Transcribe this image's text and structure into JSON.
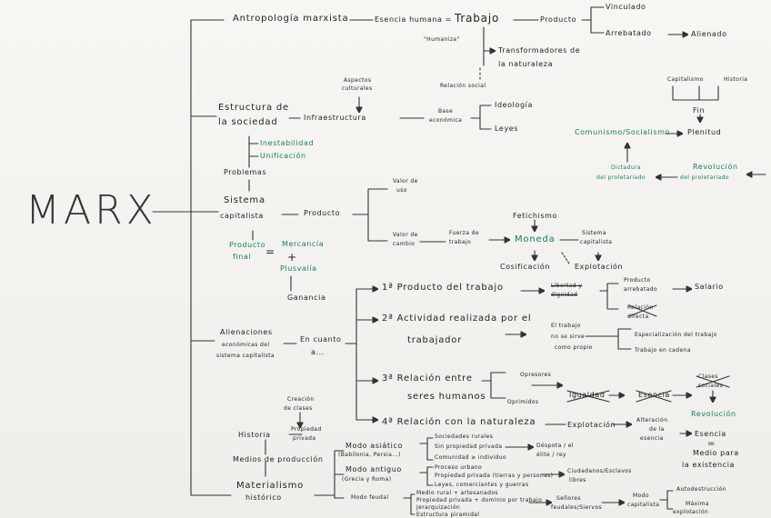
{
  "title": "MARX",
  "branches": {
    "antropologia": {
      "label": "Antropología marxista",
      "esencia": "Esencia humana =",
      "trabajo": "Trabajo",
      "humaniza": "\"Humaniza\"",
      "transformadores": [
        "Transformadores de",
        "la naturaleza"
      ],
      "relacion_social": "Relación social",
      "producto": "Producto",
      "vinculado": "Vinculado",
      "arrebatado": "Arrebatado",
      "alienado": "Alienado"
    },
    "estructura": {
      "label": [
        "Estructura de",
        "la sociedad"
      ],
      "aspectos": [
        "Aspectos",
        "culturales"
      ],
      "infra": "Infraestructura",
      "base": [
        "Base",
        "económica"
      ],
      "ideologia": "Ideología",
      "leyes": "Leyes"
    },
    "fin": {
      "capitalismo": "Capitalismo",
      "historia": "Historia",
      "fin": "Fin",
      "comunismo": "Comunismo/Socialismo",
      "plenitud": "Plenitud",
      "dictadura": [
        "Dictadura",
        "del proletariado"
      ],
      "revolucion": [
        "Revolución",
        "del proletariado"
      ]
    },
    "problemas": {
      "inestabilidad": "Inestabilidad",
      "unificacion": "Unificación",
      "label": "Problemas"
    },
    "sistema": {
      "label": [
        "Sistema",
        "capitalista"
      ],
      "producto": "Producto",
      "valor_uso": [
        "Valor de",
        "uso"
      ],
      "valor_cambio": [
        "Valor de",
        "cambio"
      ],
      "fuerza": [
        "Fuerza de",
        "trabajo"
      ],
      "moneda": "Moneda",
      "fetichismo": "Fetichismo",
      "cosificacion": "Cosificación",
      "sistema_cap": [
        "Sistema",
        "capitalista"
      ],
      "explotacion": "Explotación"
    },
    "producto_final": {
      "label": [
        "Producto",
        "final"
      ],
      "eq": "=",
      "mercancia": "Mercancía",
      "plus": "+",
      "plusvalia": "Plusvalía",
      "ganancia": "Ganancia"
    },
    "alienaciones": {
      "label": [
        "Alienaciones",
        "económicas del",
        "sistema capitalista"
      ],
      "en_cuanto": [
        "En cuanto",
        "a..."
      ],
      "a1": "1ª Producto del trabajo",
      "libertad": [
        "Libertad y",
        "dignidad"
      ],
      "prod_arrebatado": [
        "Producto",
        "arrebatado"
      ],
      "salario": "Salario",
      "relacion_directa": [
        "Relación",
        "directa"
      ],
      "a2": [
        "2ª Actividad realizada por el",
        "trabajador"
      ],
      "el_trabajo": [
        "El trabajo",
        "no se sirve",
        "como propio"
      ],
      "especializacion": "Especialización del trabajo",
      "cadena": "Trabajo en cadena",
      "a3": [
        "3ª Relación entre",
        "seres humanos"
      ],
      "opresores": "Opresores",
      "oprimidos": "Oprimidos",
      "igualdad": "Igualdad",
      "esencia": "Esencia",
      "clases": [
        "Clases",
        "sociales"
      ],
      "revolucion": "Revolución",
      "a4": "4ª Relación con la naturaleza",
      "explotacion": "Explotación",
      "alteracion": [
        "Alteración",
        "de la",
        "esencia"
      ],
      "esencia2": "Esencia",
      "eq": "=",
      "medio": [
        "Medio para",
        "la existencia"
      ]
    },
    "materialismo": {
      "creacion": [
        "Creación",
        "de clases"
      ],
      "historia": "Historia",
      "propiedad": [
        "Propiedad",
        "privada"
      ],
      "medios": "Medios de producción",
      "label": [
        "Materialismo",
        "histórico"
      ],
      "asiatico": [
        "Modo asiático",
        "(Babilonia, Persia...)"
      ],
      "asiatico_items": [
        "Sociedades rurales",
        "Sin propiedad privada",
        "Comunidad ≥ individuo"
      ],
      "despota": [
        "Déspota / el",
        "élite / rey"
      ],
      "antiguo": [
        "Modo antiguo",
        "(Grecia y Roma)"
      ],
      "antiguo_items": [
        "Proceso urbano",
        "Propiedad privada (tierras y personas)",
        "Leyes, comerciantes y guerras"
      ],
      "ciudadanos": [
        "Ciudadanos/Esclavos",
        "libres"
      ],
      "feudal": "Modo feudal",
      "feudal_items": [
        "Medio rural + artesanados",
        "Propiedad privada + dominio por trabajo",
        "Jerarquización",
        "Estructura piramidal"
      ],
      "senores": [
        "Señores",
        "feudales/Siervos"
      ],
      "capitalista": [
        "Modo",
        "capitalista"
      ],
      "autodestruccion": "Autodestrucción",
      "maxima": [
        "Máxima",
        "explotación"
      ]
    }
  }
}
